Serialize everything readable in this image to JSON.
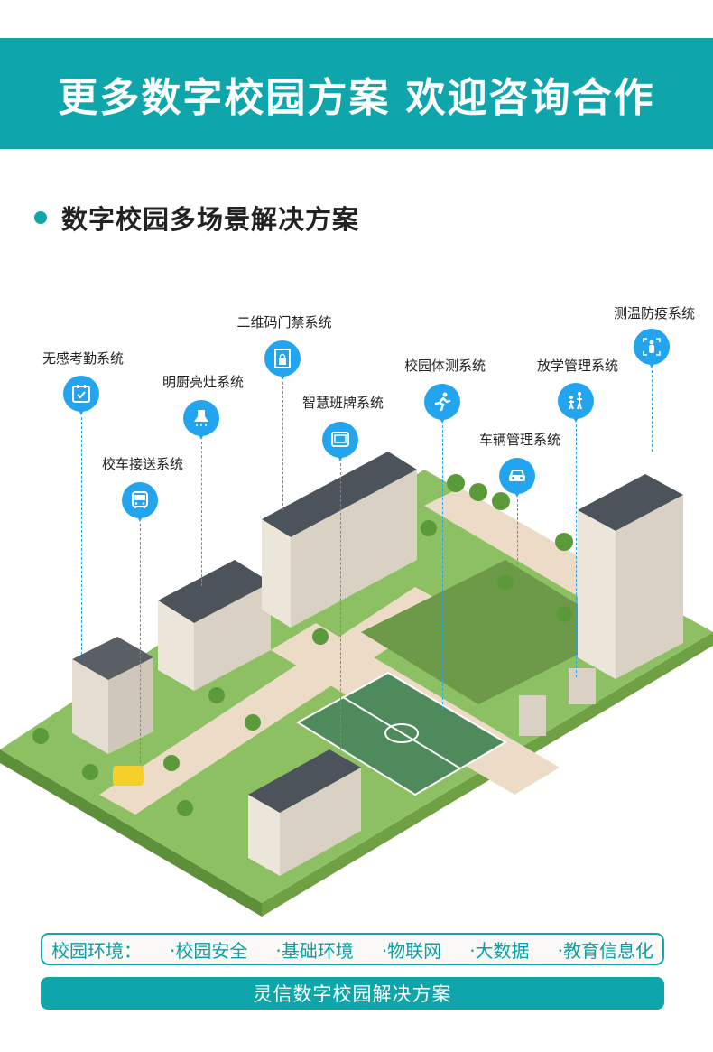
{
  "header": {
    "title": "更多数字校园方案 欢迎咨询合作"
  },
  "section": {
    "title": "数字校园多场景解决方案"
  },
  "systems": [
    {
      "label": "无感考勤系统",
      "icon": "calendar-check-icon"
    },
    {
      "label": "明厨亮灶系统",
      "icon": "range-hood-icon"
    },
    {
      "label": "二维码门禁系统",
      "icon": "door-lock-icon"
    },
    {
      "label": "智慧班牌系统",
      "icon": "monitor-icon"
    },
    {
      "label": "校园体测系统",
      "icon": "running-icon"
    },
    {
      "label": "放学管理系统",
      "icon": "children-icon"
    },
    {
      "label": "测温防疫系统",
      "icon": "temperature-scan-icon"
    },
    {
      "label": "车辆管理系统",
      "icon": "car-icon"
    },
    {
      "label": "校车接送系统",
      "icon": "bus-icon"
    }
  ],
  "environment": {
    "label": "校园环境：",
    "items": [
      "·校园安全",
      "·基础环境",
      "·物联网",
      "·大数据",
      "·教育信息化"
    ]
  },
  "brand": {
    "title": "灵信数字校园解决方案"
  },
  "colors": {
    "teal": "#0ea6aa",
    "pin": "#22a4ee",
    "grass": "#8dc063"
  }
}
